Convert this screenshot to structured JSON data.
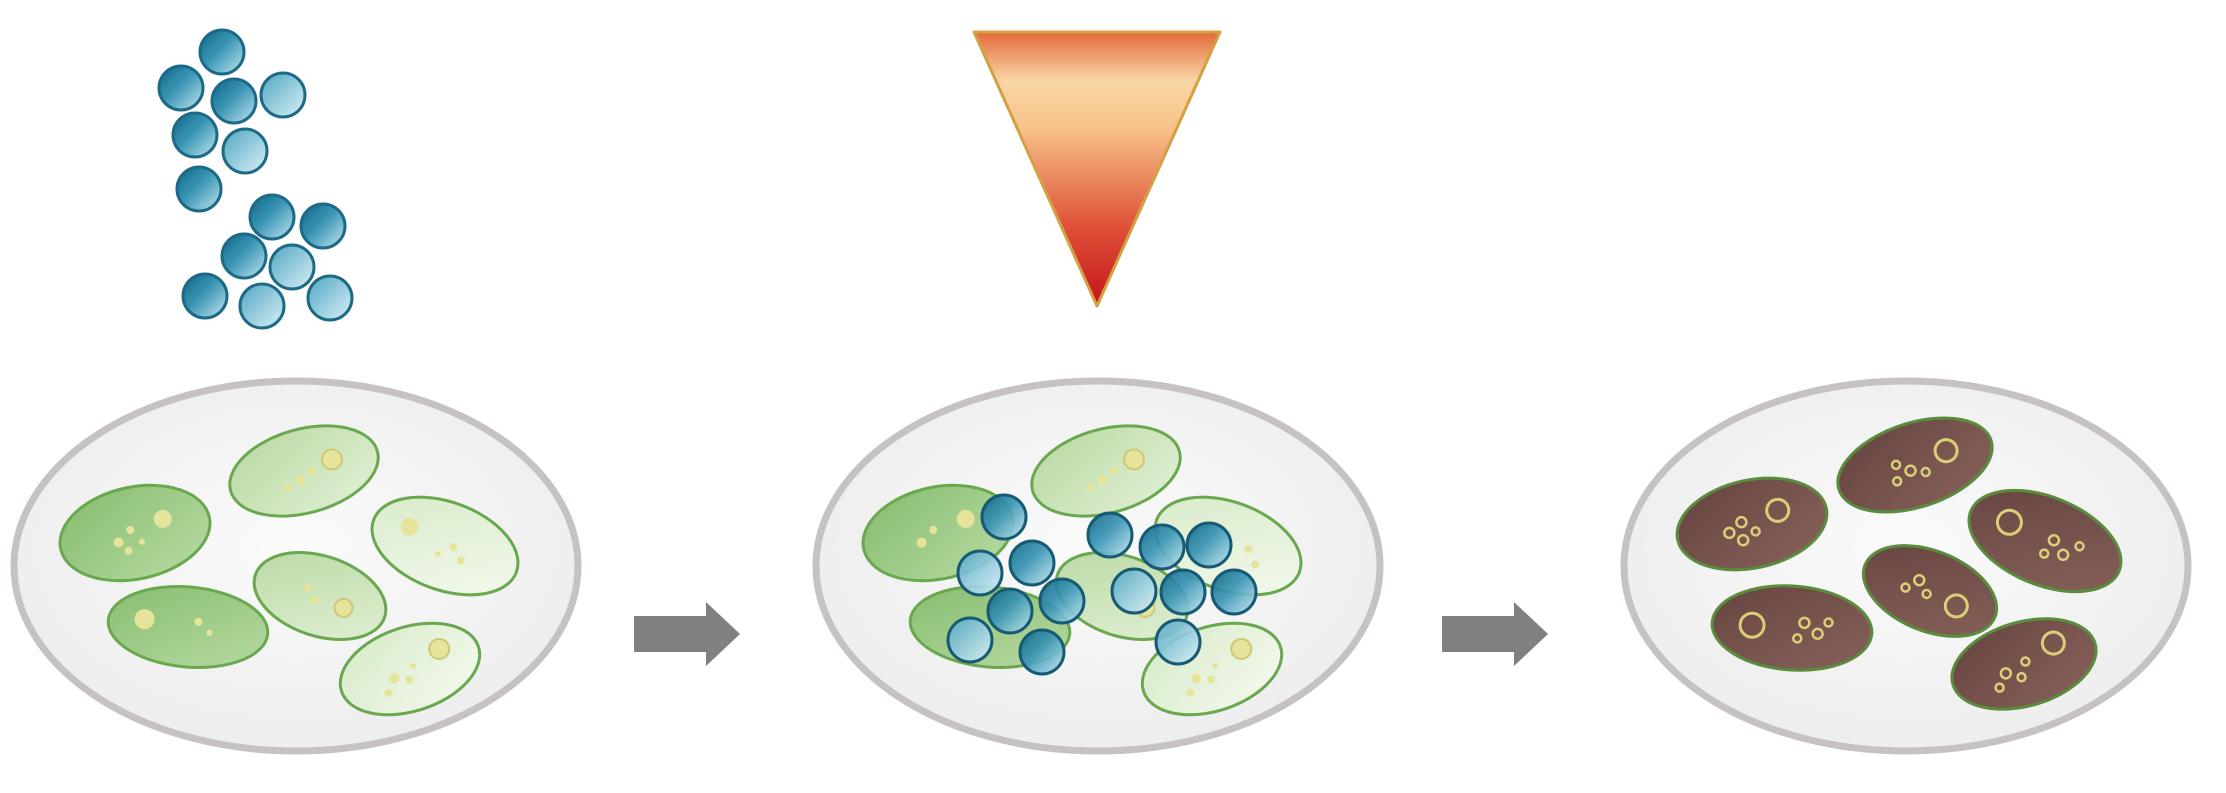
{
  "figure": {
    "panels": [
      {
        "id": "panel-1",
        "dish": "petri-dish",
        "cells": "green-cells",
        "particles": "blue-nanoparticles-free"
      },
      {
        "id": "panel-2",
        "dish": "petri-dish",
        "cells": "green-cells",
        "particles": "blue-nanoparticles-bound",
        "stimulus": "heat-triangle"
      },
      {
        "id": "panel-3",
        "dish": "petri-dish",
        "cells": "dead-brown-cells"
      }
    ],
    "arrows": [
      "arrow-right",
      "arrow-right"
    ],
    "colors": {
      "dish_fill": "#f2f2f2",
      "dish_rim": "#c8c4c4",
      "cell_green_dark": "#8fc07a",
      "cell_green_light": "#d8ecc8",
      "cell_outline": "#6aa84f",
      "cell_dead": "#6b4a45",
      "cell_dead_outline": "#5a8a3a",
      "organelle": "#e7e39a",
      "particle_dark": "#13708f",
      "particle_light": "#a9dbe8",
      "particle_outline": "#1a5f78",
      "arrow": "#808080",
      "heat_top": "#e8804a",
      "heat_mid": "#f6c894",
      "heat_bottom": "#c81818",
      "heat_outline": "#d49a40"
    }
  }
}
